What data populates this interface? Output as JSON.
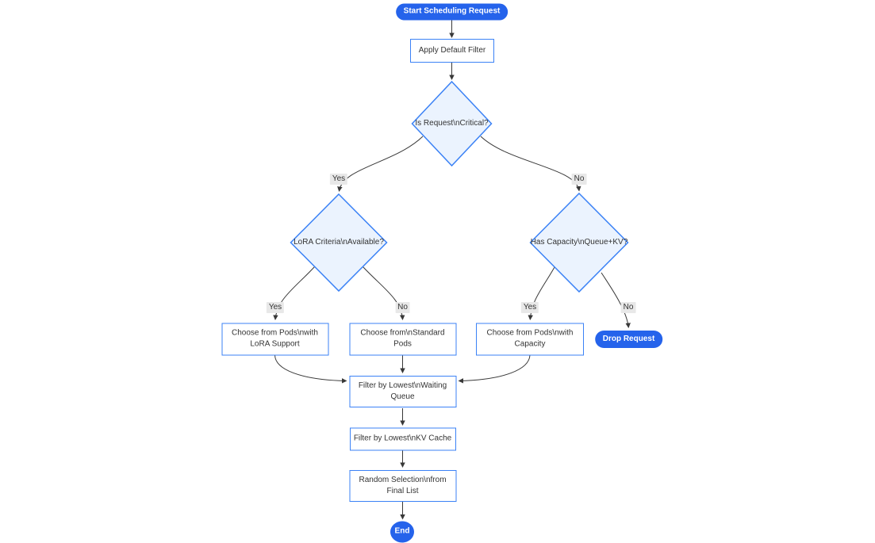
{
  "diagram": {
    "type": "flowchart",
    "direction": "top-down",
    "colors": {
      "accent_blue": "#2563eb",
      "node_border_blue": "#3b82f6",
      "decision_fill": "#ebf3fe",
      "node_fill": "#ffffff",
      "node_text": "#333333",
      "terminal_text": "#ffffff",
      "edge_color": "#383838",
      "edge_label_bg": "#e8e8e8",
      "background": "#ffffff"
    },
    "nodes": {
      "start": {
        "label": "Start Scheduling Request",
        "shape": "stadium"
      },
      "apply_filter": {
        "label": "Apply Default Filter",
        "shape": "rect"
      },
      "is_critical": {
        "label": "Is Request\\nCritical?",
        "shape": "diamond"
      },
      "lora_criteria": {
        "label": "LoRA Criteria\\nAvailable?",
        "shape": "diamond"
      },
      "has_capacity": {
        "label": "Has Capacity\\nQueue+KV?",
        "shape": "diamond"
      },
      "choose_lora_pods": {
        "label": "Choose from Pods\\nwith LoRA Support",
        "shape": "rect"
      },
      "choose_standard_pods": {
        "label": "Choose from\\nStandard Pods",
        "shape": "rect"
      },
      "choose_capacity_pods": {
        "label": "Choose from Pods\\nwith Capacity",
        "shape": "rect"
      },
      "drop_request": {
        "label": "Drop Request",
        "shape": "stadium"
      },
      "filter_waiting_queue": {
        "label": "Filter by Lowest\\nWaiting Queue",
        "shape": "rect"
      },
      "filter_kv_cache": {
        "label": "Filter by Lowest\\nKV Cache",
        "shape": "rect"
      },
      "random_selection": {
        "label": "Random Selection\\nfrom Final List",
        "shape": "rect"
      },
      "end": {
        "label": "End",
        "shape": "circle"
      }
    },
    "edge_labels": {
      "critical_yes": "Yes",
      "critical_no": "No",
      "lora_yes": "Yes",
      "lora_no": "No",
      "capacity_yes": "Yes",
      "capacity_no": "No"
    }
  }
}
